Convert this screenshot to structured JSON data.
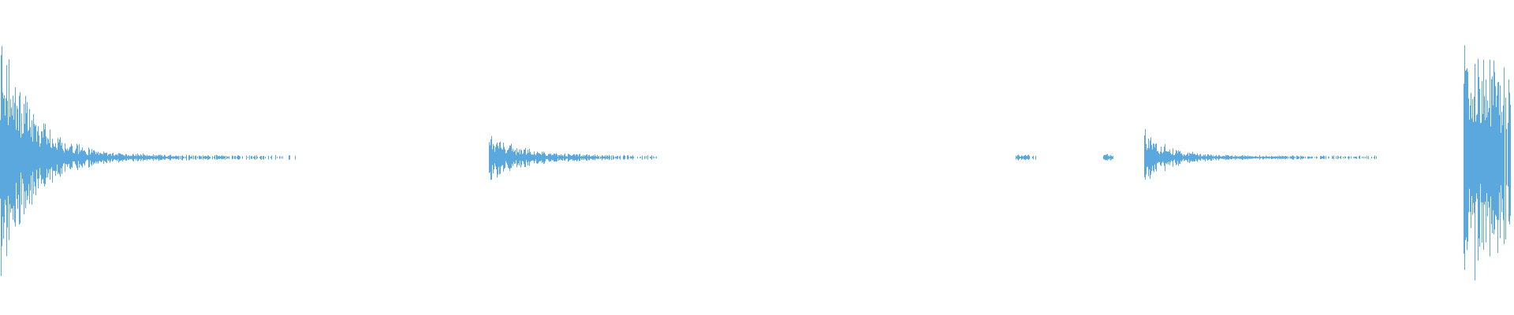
{
  "waveform": {
    "color": "#5ba8de",
    "background": "#ffffff",
    "type": "audio-waveform",
    "segments": [
      {
        "start": 0.0,
        "end": 0.195,
        "peak": 0.8,
        "decay": 0.02,
        "floor": 0.015
      },
      {
        "start": 0.323,
        "end": 0.435,
        "peak": 0.14,
        "decay": 0.022,
        "floor": 0.012
      },
      {
        "start": 0.671,
        "end": 0.684,
        "peak": 0.02,
        "decay": 1.0,
        "floor": 0.012
      },
      {
        "start": 0.729,
        "end": 0.736,
        "peak": 0.02,
        "decay": 1.0,
        "floor": 0.012
      },
      {
        "start": 0.756,
        "end": 0.91,
        "peak": 0.17,
        "decay": 0.015,
        "floor": 0.012
      },
      {
        "start": 0.967,
        "end": 1.0,
        "peak": 0.88,
        "decay": 0.05,
        "floor": 0.06
      }
    ]
  }
}
